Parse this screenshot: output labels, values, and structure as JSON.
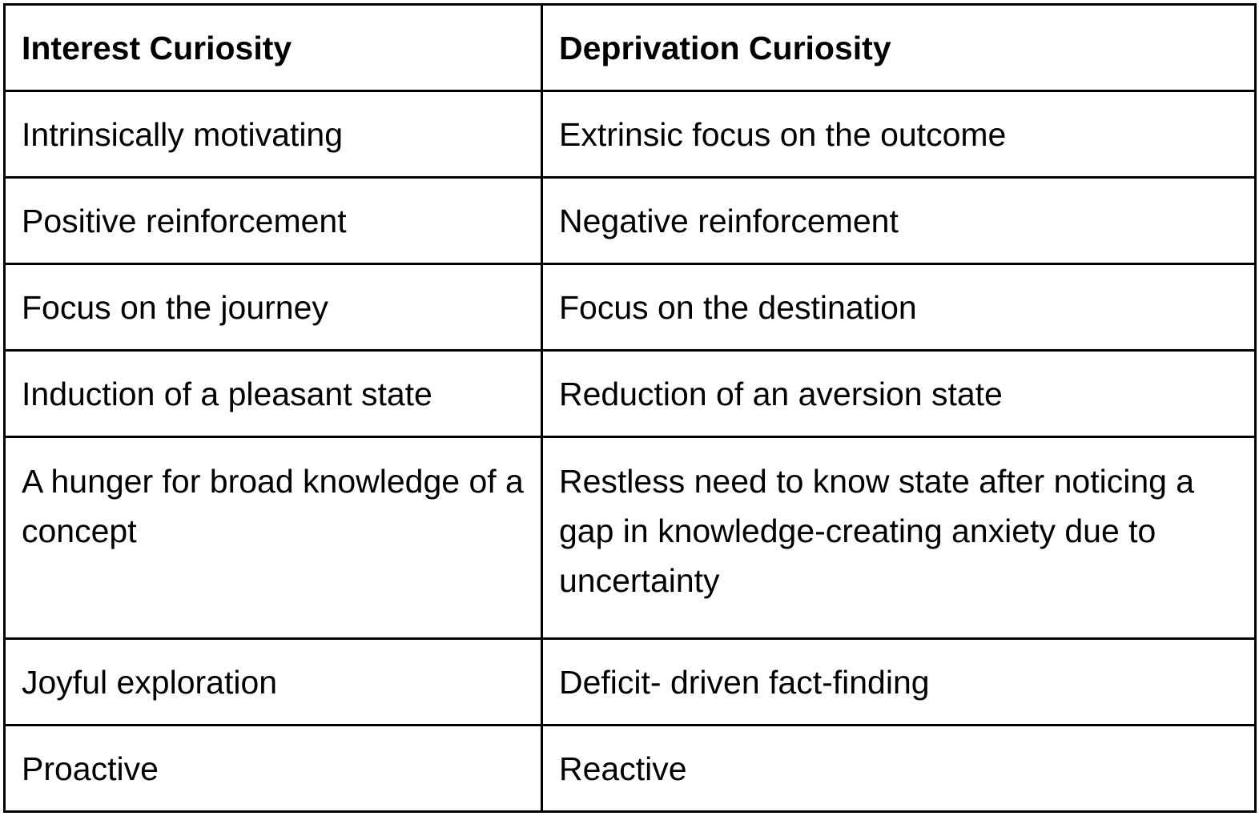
{
  "table": {
    "headers": [
      "Interest Curiosity",
      "Deprivation Curiosity"
    ],
    "rows": [
      [
        "Intrinsically motivating",
        "Extrinsic focus on the outcome"
      ],
      [
        "Positive reinforcement",
        "Negative reinforcement"
      ],
      [
        "Focus on the journey",
        "Focus on the destination"
      ],
      [
        "Induction of a pleasant state",
        "Reduction of an aversion state"
      ],
      [
        "A hunger for broad knowledge of a concept",
        "Restless need to know state after noticing a gap in knowledge-creating anxiety due to uncertainty"
      ],
      [
        "Joyful exploration",
        "Deficit- driven fact-finding"
      ],
      [
        "Proactive",
        "Reactive"
      ]
    ]
  },
  "colors": {
    "border": "#000000",
    "text": "#000000",
    "background": "#ffffff"
  }
}
